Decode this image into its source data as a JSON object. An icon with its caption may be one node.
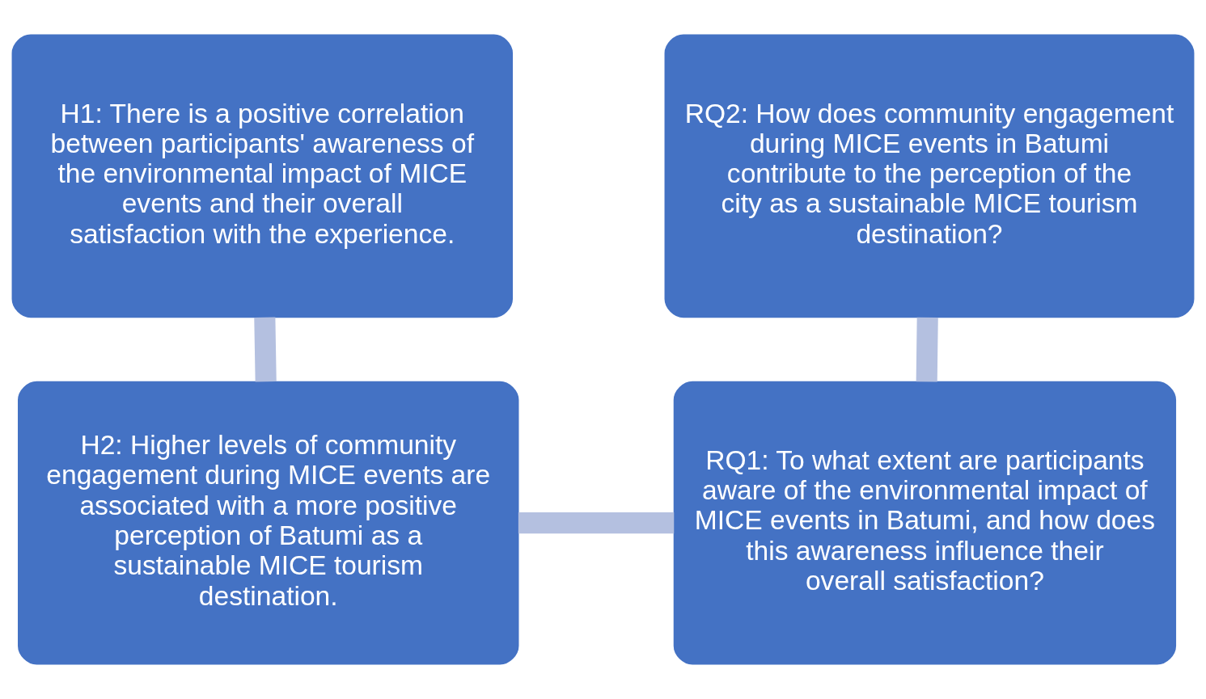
{
  "diagram": {
    "nodes": [
      {
        "text": [
          "H1: There is a positive correlation between participants' awareness of the environmental impact of MICE events and their overall satisfaction with the experience."
        ]
      },
      {
        "text": [
          "RQ2: How does community engagement during MICE events in Batumi contribute to the perception of the city as a sustainable MICE tourism destination?"
        ]
      },
      {
        "text": [
          "H2: Higher levels of community engagement during MICE events are associated with a more positive perception of Batumi as a sustainable MICE tourism destination."
        ]
      },
      {
        "text": [
          "RQ1: To what extent are participants aware of the environmental impact of MICE events in Batumi, and how does this awareness influence their overall satisfaction?"
        ]
      }
    ],
    "edges": [
      {
        "from": 0,
        "to": 2,
        "arrow": "none"
      },
      {
        "from": 2,
        "to": 3,
        "arrow": "none"
      },
      {
        "from": 3,
        "to": 1,
        "arrow": "none"
      }
    ]
  }
}
